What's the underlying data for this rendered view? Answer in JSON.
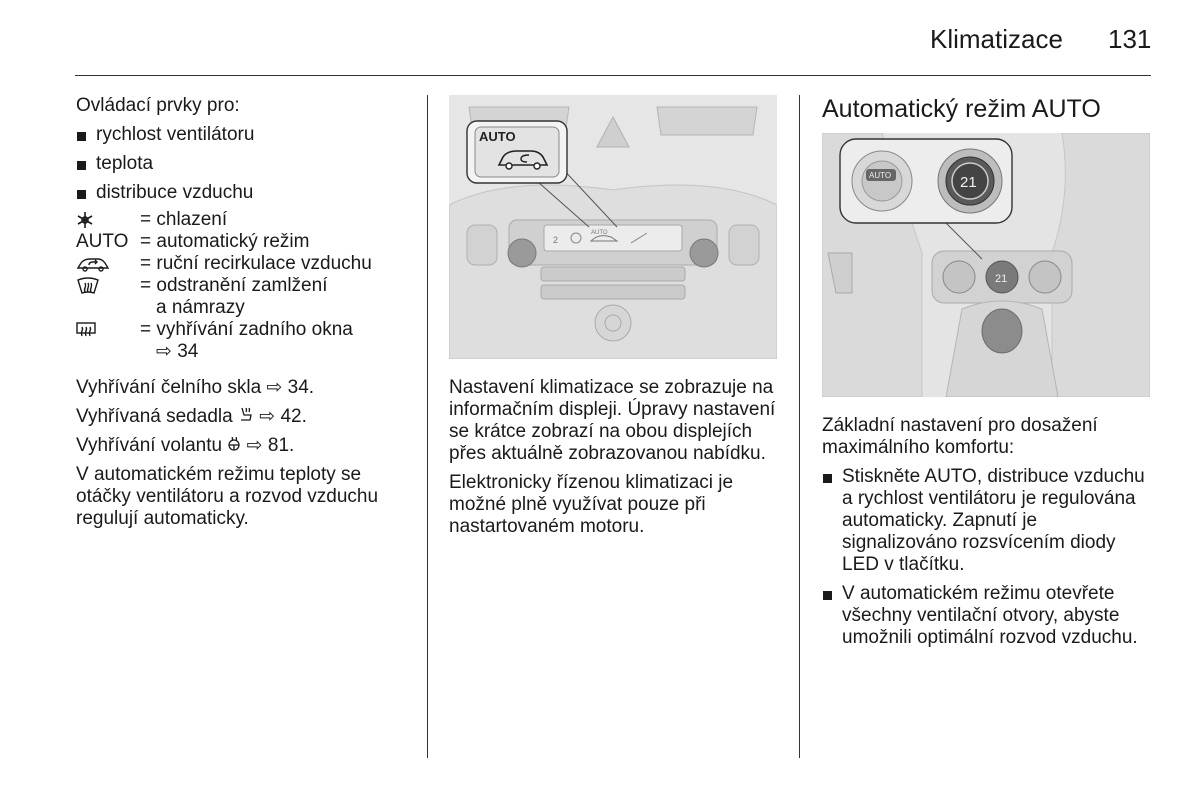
{
  "header": {
    "title": "Klimatizace",
    "page_number": "131"
  },
  "col1": {
    "intro": "Ovládací prvky pro:",
    "bullets": [
      "rychlost ventilátoru",
      "teplota",
      "distribuce vzduchu"
    ],
    "legend": [
      {
        "symbol_icon": "snowflake-cooling-icon",
        "text": "= chlazení"
      },
      {
        "symbol_text": "AUTO",
        "text": "= automatický režim"
      },
      {
        "symbol_icon": "recirculation-car-icon",
        "text": "= ruční recirkulace vzduchu"
      },
      {
        "symbol_icon": "windshield-defrost-icon",
        "text": "= odstranění zamlžení",
        "text2": "a námrazy"
      },
      {
        "symbol_icon": "rear-window-heat-icon",
        "text": "= vyhřívání zadního okna",
        "text2": "⇨ 34"
      }
    ],
    "p1": "Vyhřívání čelního skla ⇨ 34.",
    "p2_a": "Vyhřívaná sedadla",
    "p2_b": "⇨ 42.",
    "p3_a": "Vyhřívání volantu",
    "p3_b": "⇨ 81.",
    "p4": "V automatickém režimu teploty se otáčky ventilátoru a rozvod vzduchu regulují automaticky."
  },
  "figure1": {
    "button_label": "AUTO"
  },
  "col2": {
    "p1": "Nastavení klimatizace se zobrazuje na informačním displeji. Úpravy nastavení se krátce zobrazí na obou displejích přes aktuálně zobrazovanou nabídku.",
    "p2": "Elektronicky řízenou klimatizaci je možné plně využívat pouze při nastartovaném motoru."
  },
  "col3": {
    "heading": "Automatický režim AUTO",
    "intro": "Základní nastavení pro dosažení maximálního komfortu:",
    "b1_a": "Stiskněte ",
    "b1_key": "AUTO",
    "b1_b": ", distribuce vzduchu a rychlost ventilátoru je regulována automaticky. Zapnutí je signalizováno rozsvícením diody LED v tlačítku.",
    "b2": "V automatickém režimu otevřete všechny ventilační otvory, abyste umožnili optimální rozvod vzduchu."
  },
  "figure2": {
    "knob_label": "AUTO",
    "display_value": "21"
  }
}
